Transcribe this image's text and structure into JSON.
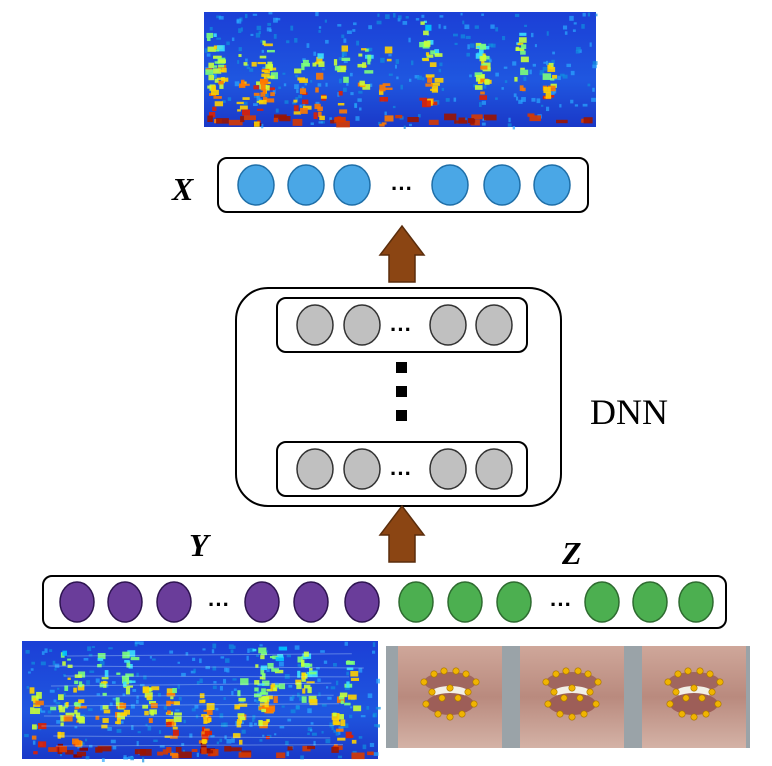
{
  "output": {
    "label": "X",
    "ellipsis": "···",
    "color": "#4aa7e6"
  },
  "dnn": {
    "label": "DNN",
    "ellipsis": "···",
    "color": "#c0c0c0"
  },
  "input": {
    "y_label": "Y",
    "z_label": "Z",
    "ellipsis": "···",
    "y_color": "#6a3d9a",
    "z_color": "#4caf50"
  },
  "arrow_color": "#8b4513",
  "images": {
    "top_spectrogram": "output-spectrogram",
    "bottom_spectrogram": "input-spectrogram",
    "lip_frames": "lip-landmark-frames"
  }
}
